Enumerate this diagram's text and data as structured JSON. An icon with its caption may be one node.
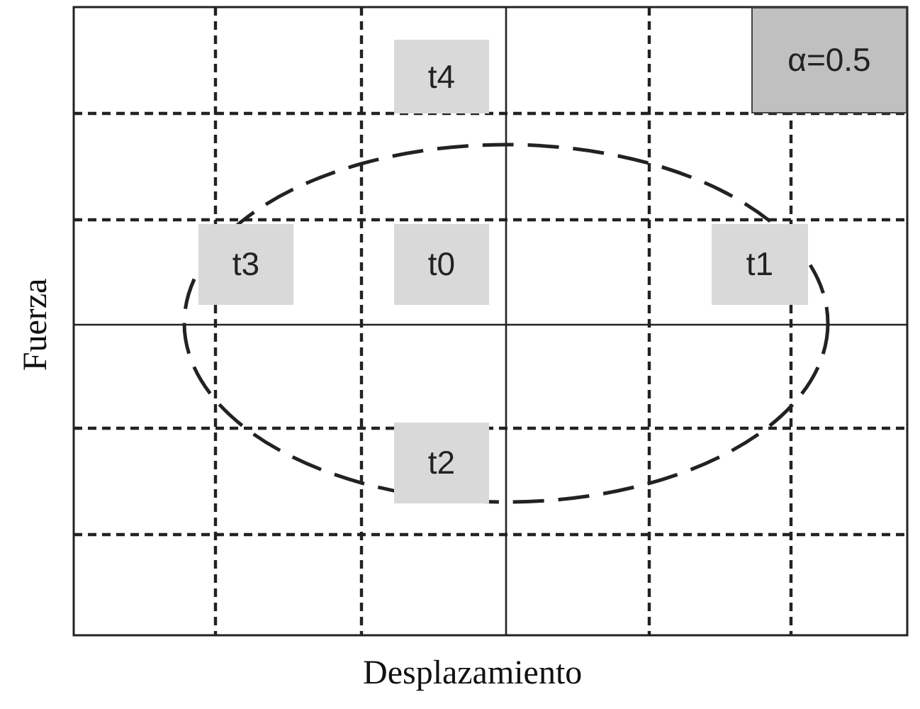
{
  "diagram": {
    "nodes": [
      {
        "text": [
          "t4"
        ]
      },
      {
        "text": [
          "α=0.5"
        ]
      },
      {
        "text": [
          "t3"
        ]
      },
      {
        "text": [
          "t0"
        ]
      },
      {
        "text": [
          "t1"
        ]
      },
      {
        "text": [
          "t2"
        ]
      }
    ],
    "labels": [
      "Fuerza",
      "Desplazamiento"
    ]
  }
}
